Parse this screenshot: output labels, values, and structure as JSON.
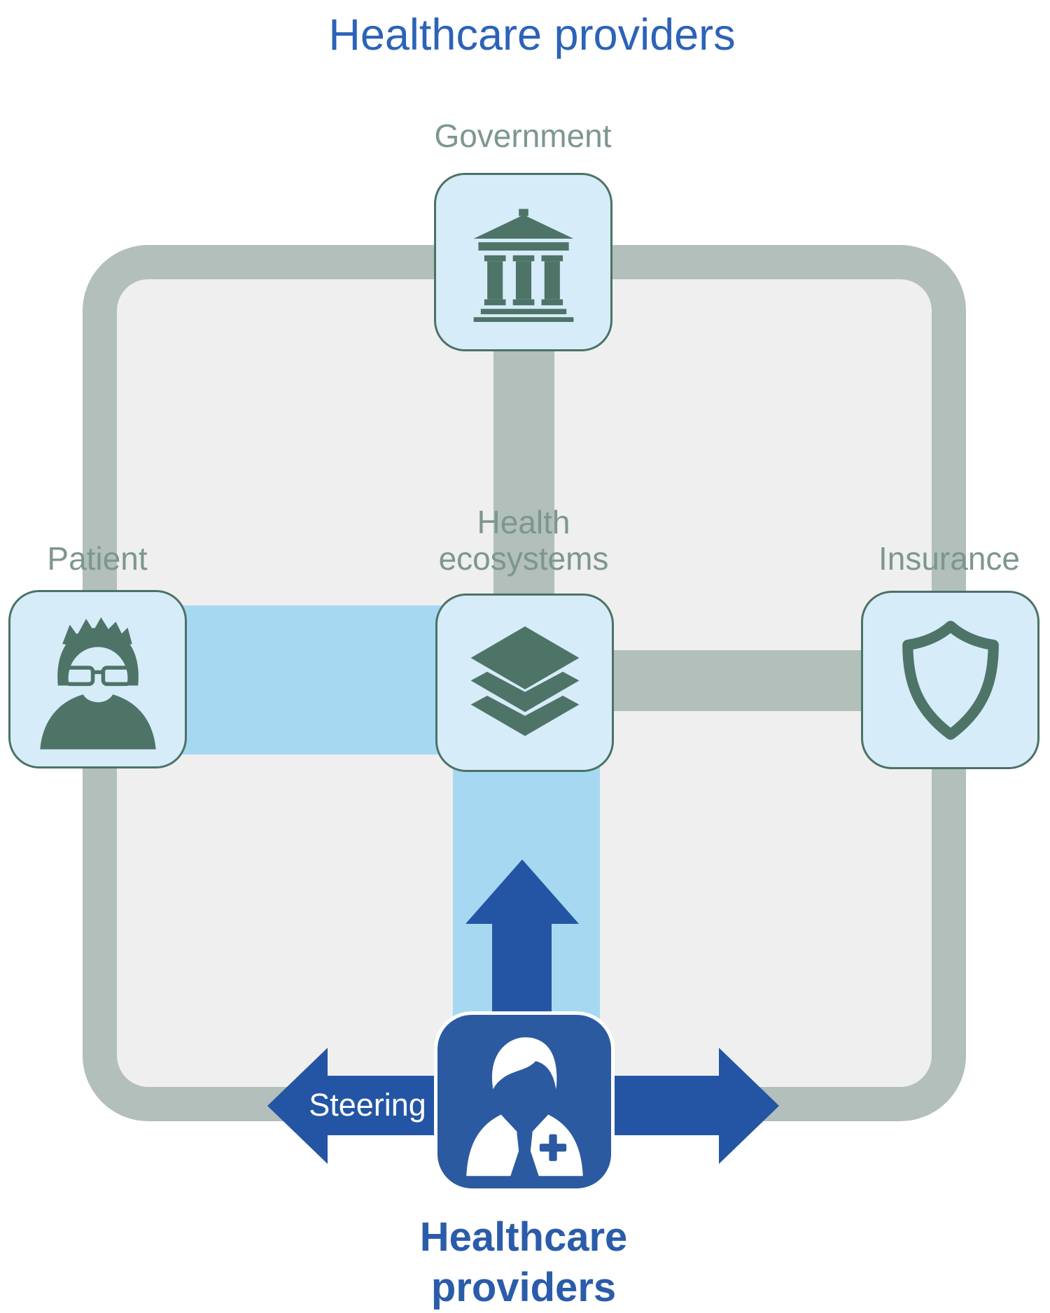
{
  "title": "Healthcare providers",
  "nodes": {
    "government": {
      "label": "Government",
      "icon": "government-building-icon"
    },
    "patient": {
      "label": "Patient",
      "icon": "patient-person-icon"
    },
    "health_ecosystems": {
      "label": "Health ecosystems",
      "lines": [
        "Health",
        "ecosystems"
      ],
      "icon": "layers-icon"
    },
    "insurance": {
      "label": "Insurance",
      "icon": "shield-icon"
    },
    "healthcare_providers": {
      "label": "Healthcare providers",
      "lines": [
        "Healthcare",
        "providers"
      ],
      "icon": "doctor-icon"
    }
  },
  "arrows": {
    "steering_label": "Steering",
    "up_arrow": "up-arrow",
    "steering_arrow": "left-right-double-arrow"
  },
  "theme": {
    "title_blue": "#2C63B8",
    "provider_label_blue": "#2A5CA9",
    "label_green": "#7D978C",
    "arrow_blue": "#2455A4",
    "provider_box_blue": "#2B5AA1",
    "box_fill": "#D6ECF9",
    "box_border": "#4B7265",
    "icon_green": "#4E7468",
    "frame_gray": "#B2BFBA",
    "interior_gray": "#EFEFEF",
    "band_blue": "#A6D8F2",
    "white": "#FFFFFF"
  }
}
